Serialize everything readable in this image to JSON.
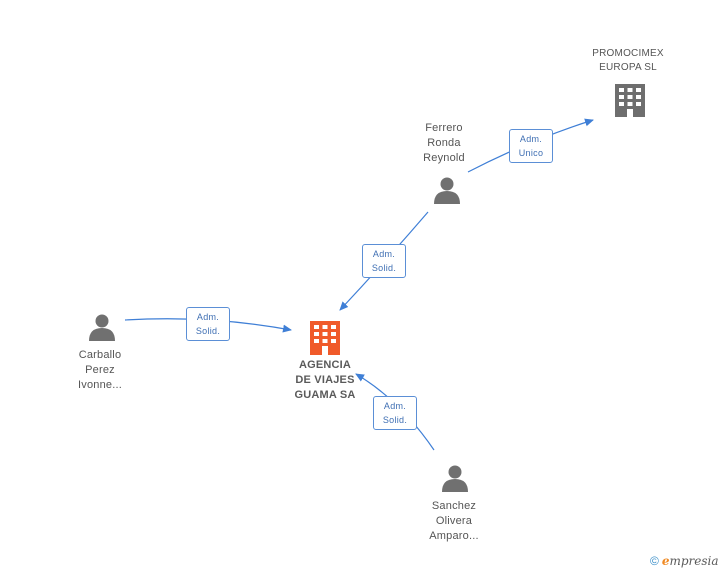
{
  "colors": {
    "edge": "#3f7fd6",
    "person": "#707070",
    "company": "#6e6e6e",
    "main_company": "#f05a2a"
  },
  "nodes": {
    "main": {
      "label": "AGENCIA\nDE VIAJES\nGUAMA SA",
      "icon": "building-icon"
    },
    "promocimex": {
      "label": "PROMOCIMEX\nEUROPA  SL",
      "icon": "building-icon"
    },
    "ferrero": {
      "label": "Ferrero\nRonda\nReynold",
      "icon": "person-icon"
    },
    "carballo": {
      "label": "Carballo\nPerez\nIvonne...",
      "icon": "person-icon"
    },
    "sanchez": {
      "label": "Sanchez\nOlivera\nAmparo...",
      "icon": "person-icon"
    }
  },
  "edges": {
    "ferrero_promocimex": {
      "label": "Adm.\nUnico"
    },
    "ferrero_main": {
      "label": "Adm.\nSolid."
    },
    "carballo_main": {
      "label": "Adm.\nSolid."
    },
    "sanchez_main": {
      "label": "Adm.\nSolid."
    }
  },
  "footer": {
    "copyright": "©",
    "brand_initial": "e",
    "brand_rest": "mpresia"
  }
}
